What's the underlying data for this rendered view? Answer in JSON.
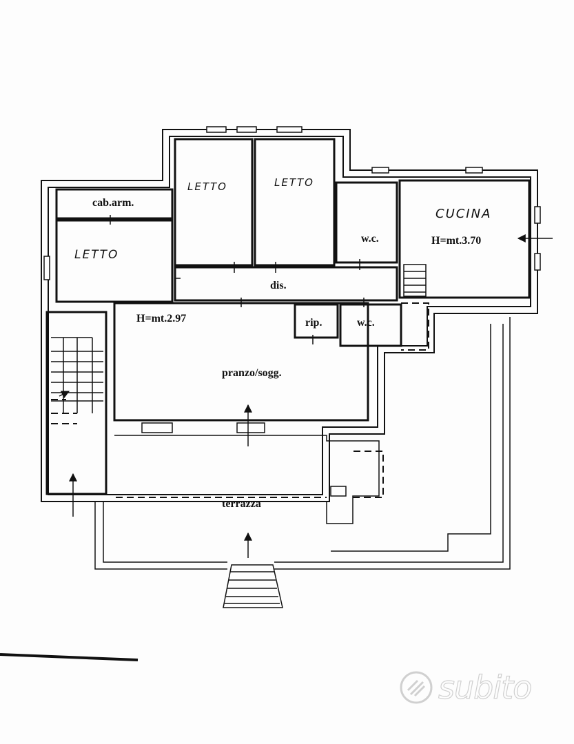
{
  "rooms": {
    "cab_arm": "cab.arm.",
    "letto_left": "LETTO",
    "letto_mid1": "LETTO",
    "letto_mid2": "LETTO",
    "wc_top": "w.c.",
    "cucina": "CUCINA",
    "cucina_height": "H=mt.3.70",
    "dis": "dis.",
    "soggiorno_height": "H=mt.2.97",
    "rip": "rip.",
    "wc_bottom": "w.c.",
    "pranzo": "pranzo/sogg.",
    "terrazza": "terrazza"
  },
  "watermark": {
    "text": "subito",
    "icon": "subito-logo-icon"
  },
  "colors": {
    "ink": "#111111",
    "paper": "#fdfdfd",
    "watermark": "#9a9a9a"
  }
}
